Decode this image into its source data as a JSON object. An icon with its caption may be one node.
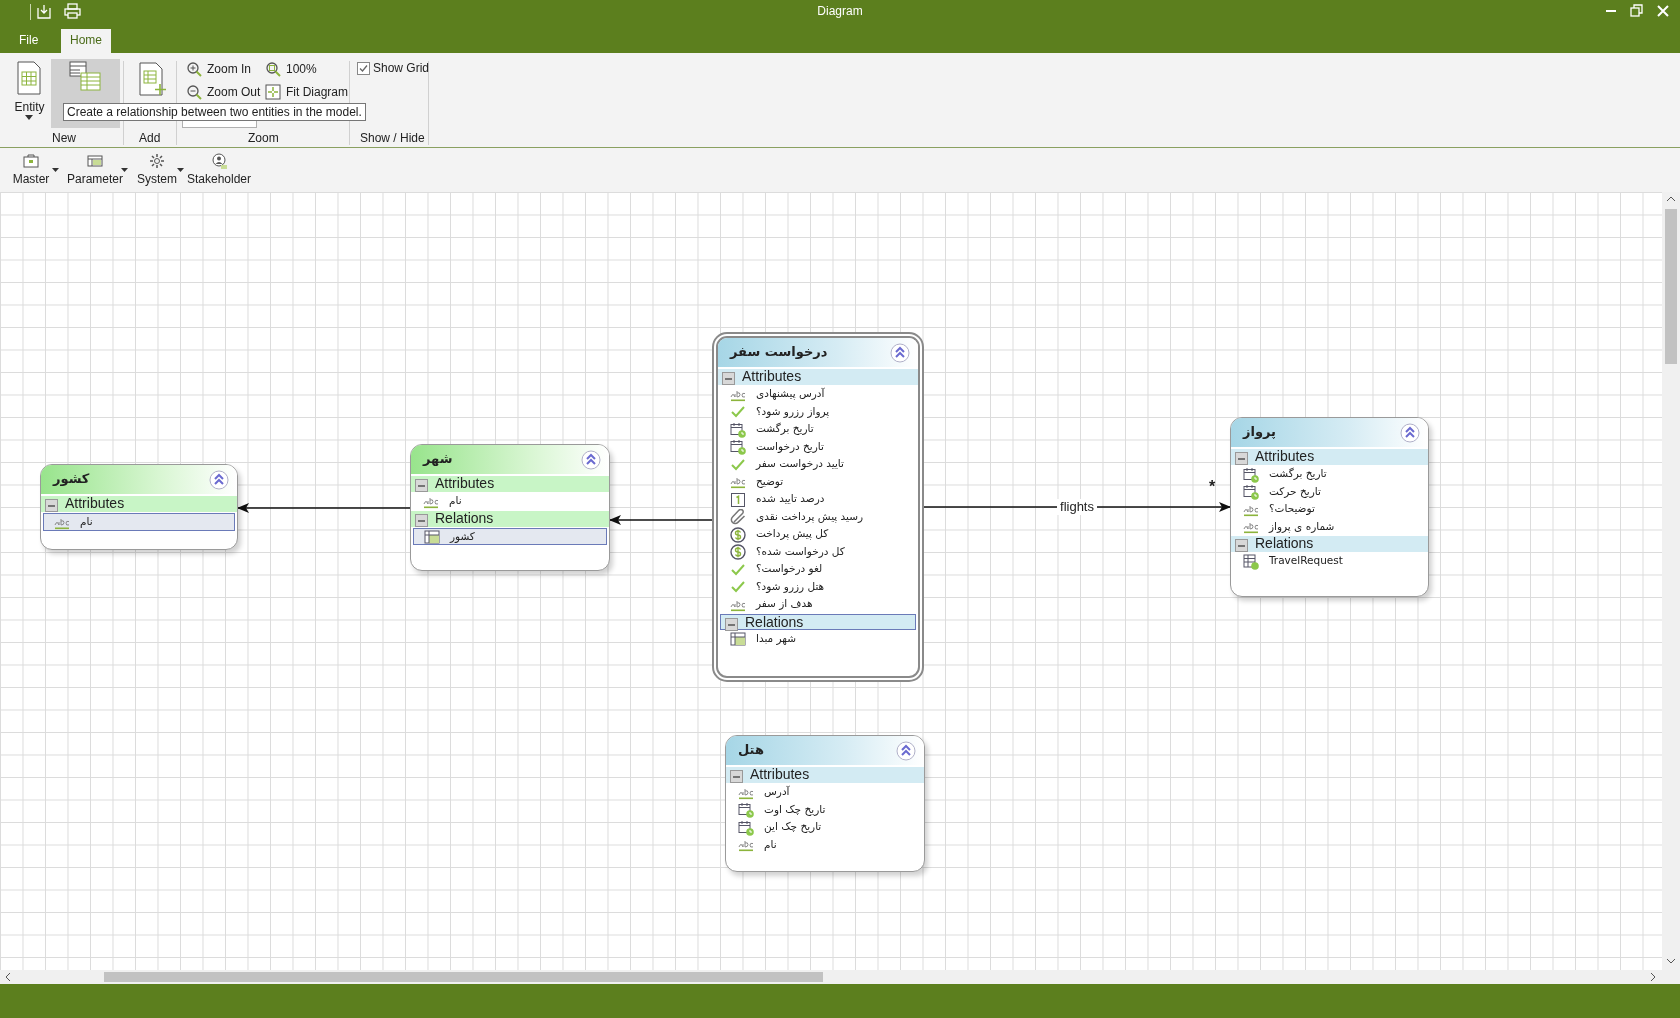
{
  "diagram": {
    "title": "Diagram",
    "nodes": [
      {
        "text": [
          "کشور",
          "Attributes",
          "نام"
        ]
      },
      {
        "text": [
          "شهر",
          "Attributes",
          "نام",
          "Relations",
          "کشور"
        ]
      },
      {
        "text": [
          "درخواست سفر",
          "Attributes",
          "آدرس پیشنهادی",
          "پرواز رزرو شود؟",
          "تاریخ برگشت",
          "تاریخ درخواست",
          "تایید درخواست سفر",
          "توضیح",
          "درصد تایید شده",
          "رسید پیش پرداخت نقدی",
          "کل پیش پرداخت",
          "کل درخواست شده؟",
          "لغو درخواست؟",
          "هتل رزرو شود؟",
          "هدف از سفر",
          "Relations",
          "شهر مبدا"
        ]
      },
      {
        "text": [
          "پرواز",
          "Attributes",
          "تاریخ برگشت",
          "تاریخ حرکت",
          "توضیحات؟",
          "شماره ی پرواز",
          "Relations",
          "TravelRequest"
        ]
      },
      {
        "text": [
          "هتل",
          "Attributes",
          "آدرس",
          "تاریخ چک اوت",
          "تاریخ چک این",
          "نام"
        ]
      }
    ],
    "edges": [
      {
        "from": 1,
        "to": 0,
        "arrow": "to"
      },
      {
        "from": 2,
        "to": 1,
        "arrow": "to"
      },
      {
        "from": 2,
        "to": 3,
        "arrow": "to",
        "label": "flights"
      }
    ],
    "labels": [
      "File",
      "Home",
      "Entity",
      "Create a relationship between two entities in the model.",
      "Zoom In",
      "100%",
      "Zoom Out",
      "Fit Diagram",
      "Show Grid",
      "New",
      "Add",
      "Zoom",
      "Show / Hide",
      "Master",
      "Parameter",
      "System",
      "Stakeholder",
      "*"
    ]
  }
}
